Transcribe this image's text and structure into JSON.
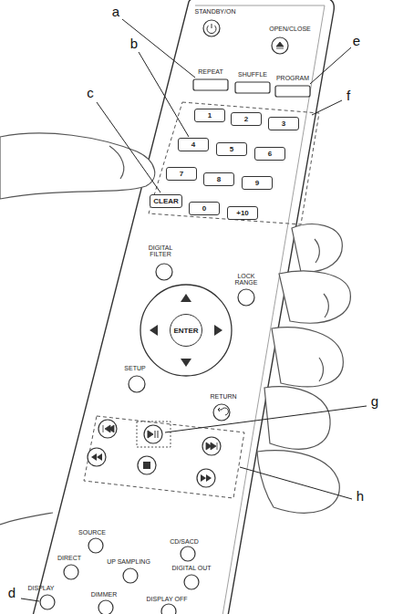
{
  "diagram": {
    "nodes": [
      {
        "text": [
          "1"
        ]
      },
      {
        "text": [
          "2"
        ]
      },
      {
        "text": [
          "3"
        ]
      },
      {
        "text": [
          "4"
        ]
      },
      {
        "text": [
          "5"
        ]
      },
      {
        "text": [
          "6"
        ]
      },
      {
        "text": [
          "7"
        ]
      },
      {
        "text": [
          "8"
        ]
      },
      {
        "text": [
          "9"
        ]
      },
      {
        "text": [
          "CLEAR"
        ]
      },
      {
        "text": [
          "0"
        ]
      },
      {
        "text": [
          "+10"
        ]
      },
      {
        "text": [
          "ENTER"
        ]
      }
    ],
    "labels": [
      "STANDBY/ON",
      "OPEN/CLOSE",
      "a",
      "b",
      "c",
      "d",
      "e",
      "f",
      "g",
      "h",
      "REPEAT",
      "SHUFFLE",
      "PROGRAM",
      "DIGITAL FILTER",
      "LOCK RANGE",
      "SETUP",
      "RETURN",
      "SOURCE",
      "DIRECT",
      "UP SAMPLING",
      "CD/SACD",
      "DIGITAL OUT",
      "DISPLAY",
      "DIMMER",
      "DISPLAY OFF"
    ]
  }
}
